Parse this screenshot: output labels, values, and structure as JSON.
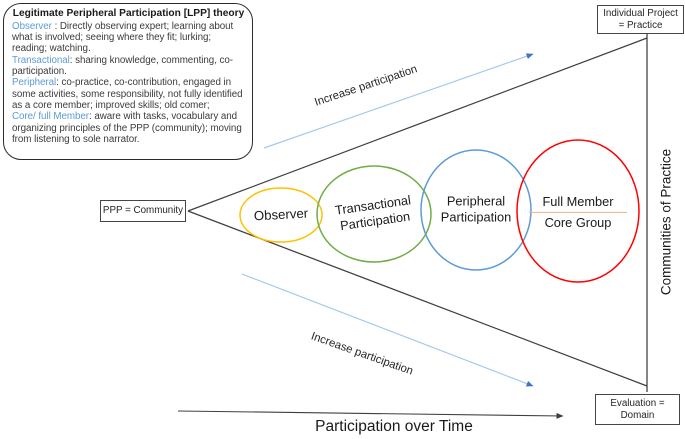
{
  "diagram": {
    "lpp_box": {
      "title": "Legitimate Peripheral Participation [LPP] theory",
      "entries": [
        {
          "term": "Observer",
          "desc": " : Directly observing expert; learning about what is involved; seeing where they fit; lurking; reading; watching."
        },
        {
          "term": "Transactional",
          "desc": ": sharing knowledge, commenting, co-participation."
        },
        {
          "term": "Peripheral",
          "desc": ": co-practice, co-contribution, engaged in some activities, some responsibility, not fully identified as a core member; improved skills; old comer;"
        },
        {
          "term": "Core/ full Member",
          "desc": ": aware with tasks, vocabulary and organizing principles of the PPP (community); moving from listening to sole narrator."
        }
      ]
    },
    "labels": {
      "increase_top": "Increase participation",
      "increase_bottom": "Increase participation",
      "x_axis": "Participation over Time",
      "right_axis": "Communities of Practice",
      "ppp": "PPP = Community",
      "individual_line1": "Individual Project",
      "individual_line2": "= Practice",
      "evaluation_line1": "Evaluation =",
      "evaluation_line2": "Domain"
    },
    "stages": {
      "observer": "Observer",
      "transactional_line1": "Transactional",
      "transactional_line2": "Participation",
      "peripheral_line1": "Peripheral",
      "peripheral_line2": "Participation",
      "full_member_line1": "Full Member",
      "full_member_line2": "Core Group"
    },
    "colors": {
      "observer_stroke": "#FFC000",
      "transactional_stroke": "#70AD47",
      "peripheral_stroke": "#5B9BD5",
      "full_member_stroke": "#FF0000",
      "keyword_blue": "#5B9BD5",
      "arrow_blue": "#A6C9EC",
      "arrowhead_blue": "#4472C4",
      "divider_orange": "#F4B183",
      "line_dark": "#3f3f3f"
    }
  }
}
